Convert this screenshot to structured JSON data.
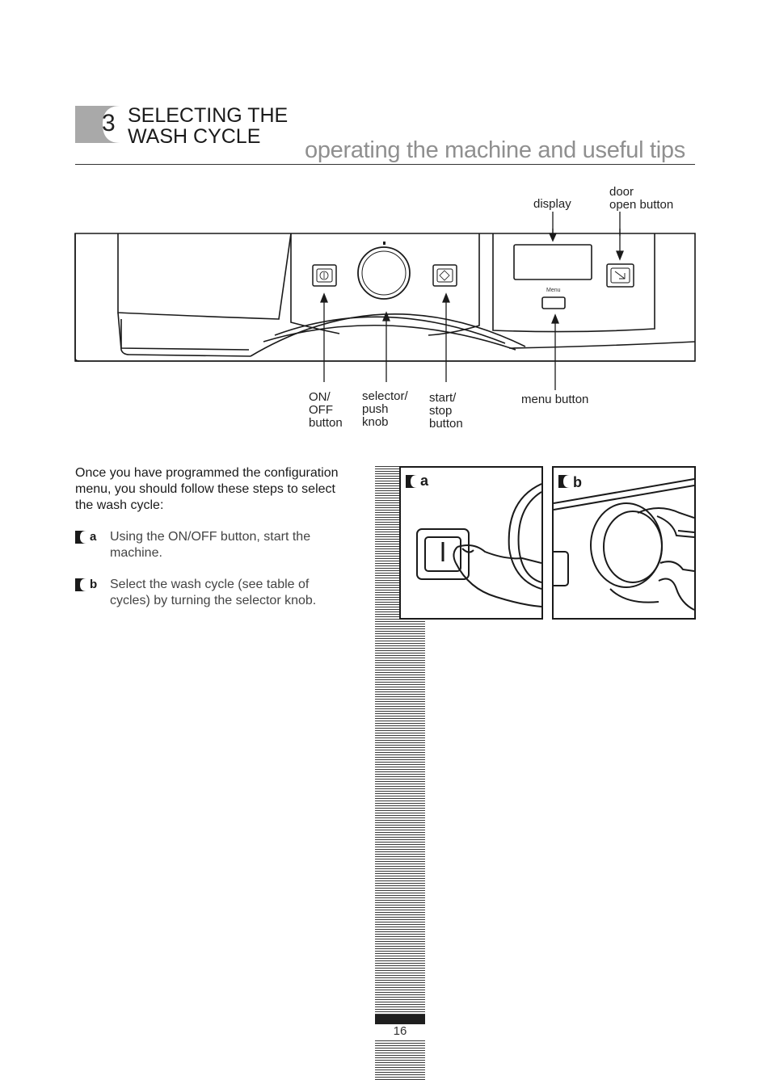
{
  "header": {
    "chapter_number": "3",
    "chapter_title": "SELECTING THE\nWASH CYCLE",
    "subtitle": "operating the machine and useful tips"
  },
  "diagram": {
    "labels": {
      "display": "display",
      "door_open": "door\nopen button",
      "on_off": "ON/\nOFF\nbutton",
      "selector": "selector/\npush\nknob",
      "start_stop": "start/\nstop\nbutton",
      "menu_button": "menu button"
    },
    "menu_key_text": "Menu"
  },
  "body": {
    "intro": "Once you have programmed the configuration menu, you should follow these steps to select the wash cycle:",
    "steps": [
      {
        "letter": "a",
        "text": "Using the ON/OFF button, start the machine."
      },
      {
        "letter": "b",
        "text": "Select the wash cycle (see table of cycles) by turning the selector knob."
      }
    ]
  },
  "figures": [
    {
      "letter": "a"
    },
    {
      "letter": "b"
    }
  ],
  "footer": {
    "page_number": "16"
  }
}
